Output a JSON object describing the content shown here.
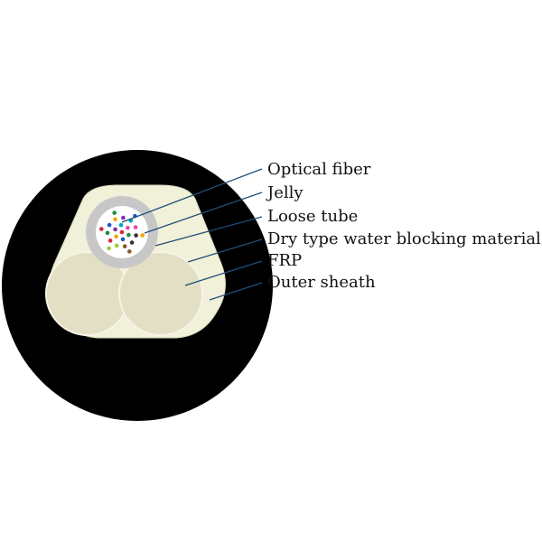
{
  "labels": {
    "optical_fiber": "Optical fiber",
    "jelly": "Jelly",
    "loose_tube": "Loose tube",
    "dry_water_blocking": "Dry type water blocking material",
    "frp": "FRP",
    "outer_sheath": "Outer sheath"
  },
  "colors": {
    "outer_sheath": "#000000",
    "water_blocking_fill": "#f1f0d8",
    "frp_fill": "#e2dfc4",
    "loose_tube": "#c7c7c7",
    "jelly": "#ffffff",
    "leader_line": "#1f4f7a",
    "fiber_colors": [
      "#d6263a",
      "#1a8f3b",
      "#1e56c8",
      "#f0a400",
      "#7a2fb0",
      "#00a3c4",
      "#e04ab0",
      "#333333",
      "#8a5a2b",
      "#9ad23a"
    ]
  }
}
